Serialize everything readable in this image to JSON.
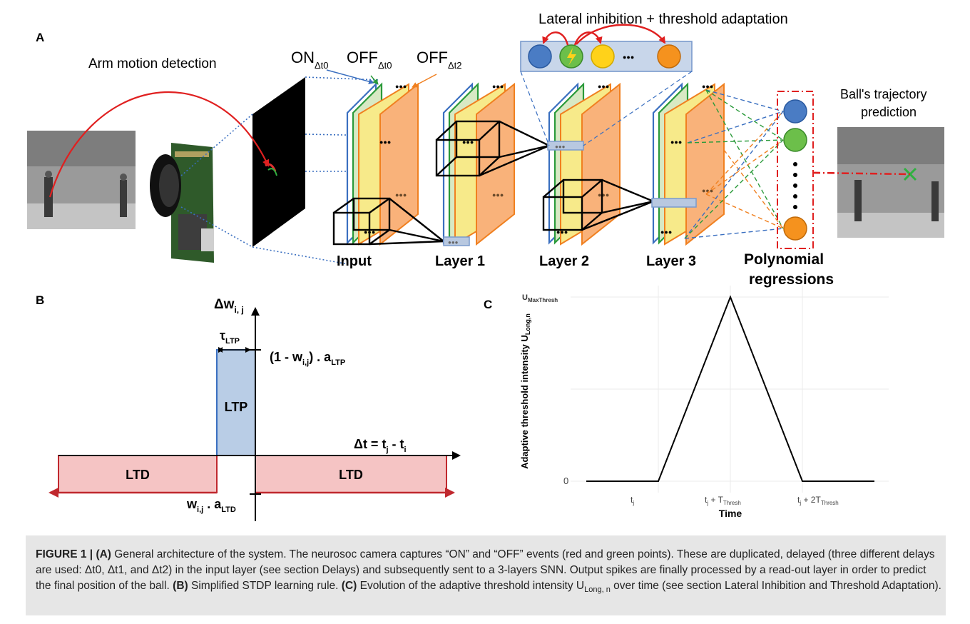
{
  "panel_a": {
    "label": "A",
    "top_title": "Lateral inhibition + threshold adaptation",
    "arm_motion": "Arm motion detection",
    "on_main": "ON",
    "on_sub": "Δt0",
    "off1_main": "OFF",
    "off1_sub": "Δt0",
    "off2_main": "OFF",
    "off2_sub": "Δt2",
    "dots": "●●●",
    "input": "Input",
    "layer1": "Layer 1",
    "layer2": "Layer 2",
    "layer3": "Layer 3",
    "poly1": "Polynomial",
    "poly2": "regressions",
    "ball1": "Ball's trajectory",
    "ball2": "prediction"
  },
  "panel_b": {
    "label": "B",
    "dw_main": "Δw",
    "dw_sub": "i, j",
    "tau_main": "τ",
    "tau_sub": "LTP",
    "ltp_amp_a": "(1 - w",
    "ltp_amp_a_sub": "i,j",
    "ltp_amp_b": ") . a",
    "ltp_amp_b_sub": "LTP",
    "ltp": "LTP",
    "ltd": "LTD",
    "dt_a": "Δt = t",
    "dt_a_sub": "j",
    "dt_b": " - t",
    "dt_b_sub": "i",
    "ltd_amp_a": "w",
    "ltd_amp_a_sub": "i,j",
    "ltd_amp_b": " . a",
    "ltd_amp_b_sub": "LTD"
  },
  "panel_c": {
    "label": "C",
    "ymax_main": "U",
    "ymax_sub": "MaxThresh",
    "y0": "0",
    "ylabel_main": "Adaptive threshold intensity U",
    "ylabel_sub": "Long,n",
    "xlabel": "Time",
    "x1_main": "t",
    "x1_sub": "j",
    "x2_main": "t",
    "x2_sub": "j",
    "x2_mid": " + T",
    "x2_sub2": "Thresh",
    "x3_main": "t",
    "x3_sub": "j",
    "x3_mid": " + 2T",
    "x3_sub2": "Thresh"
  },
  "chart_data": {
    "type": "line",
    "x": [
      "",
      "t_j",
      "t_j + T_Thresh",
      "t_j + 2T_Thresh",
      ""
    ],
    "series": [
      {
        "values": [
          0,
          0,
          1,
          0,
          0
        ]
      }
    ],
    "y_ticks": [
      "0",
      "U_MaxThresh"
    ],
    "xlabel": "Time",
    "ylabel": "Adaptive threshold intensity U_Long,n",
    "grid": true
  },
  "caption": {
    "fig": "FIGURE 1 | ",
    "a": "(A)",
    "t1": " General architecture of the system. The neurosoc camera captures “ON” and “OFF” events (red and green points). These are duplicated, delayed (three different delays are used: Δt0, Δt1, and Δt2) in the input layer (see section Delays) and subsequently sent to a 3-layers SNN. Output spikes are finally processed by a read-out layer in order to predict the final position of the ball. ",
    "b": "(B)",
    "t2": " Simplified STDP learning rule. ",
    "c": "(C)",
    "t3": " Evolution of the adaptive threshold intensity U",
    "t3_sub": "Long, n",
    "t4": " over time (see section Lateral Inhibition and Threshold Adaptation)."
  }
}
